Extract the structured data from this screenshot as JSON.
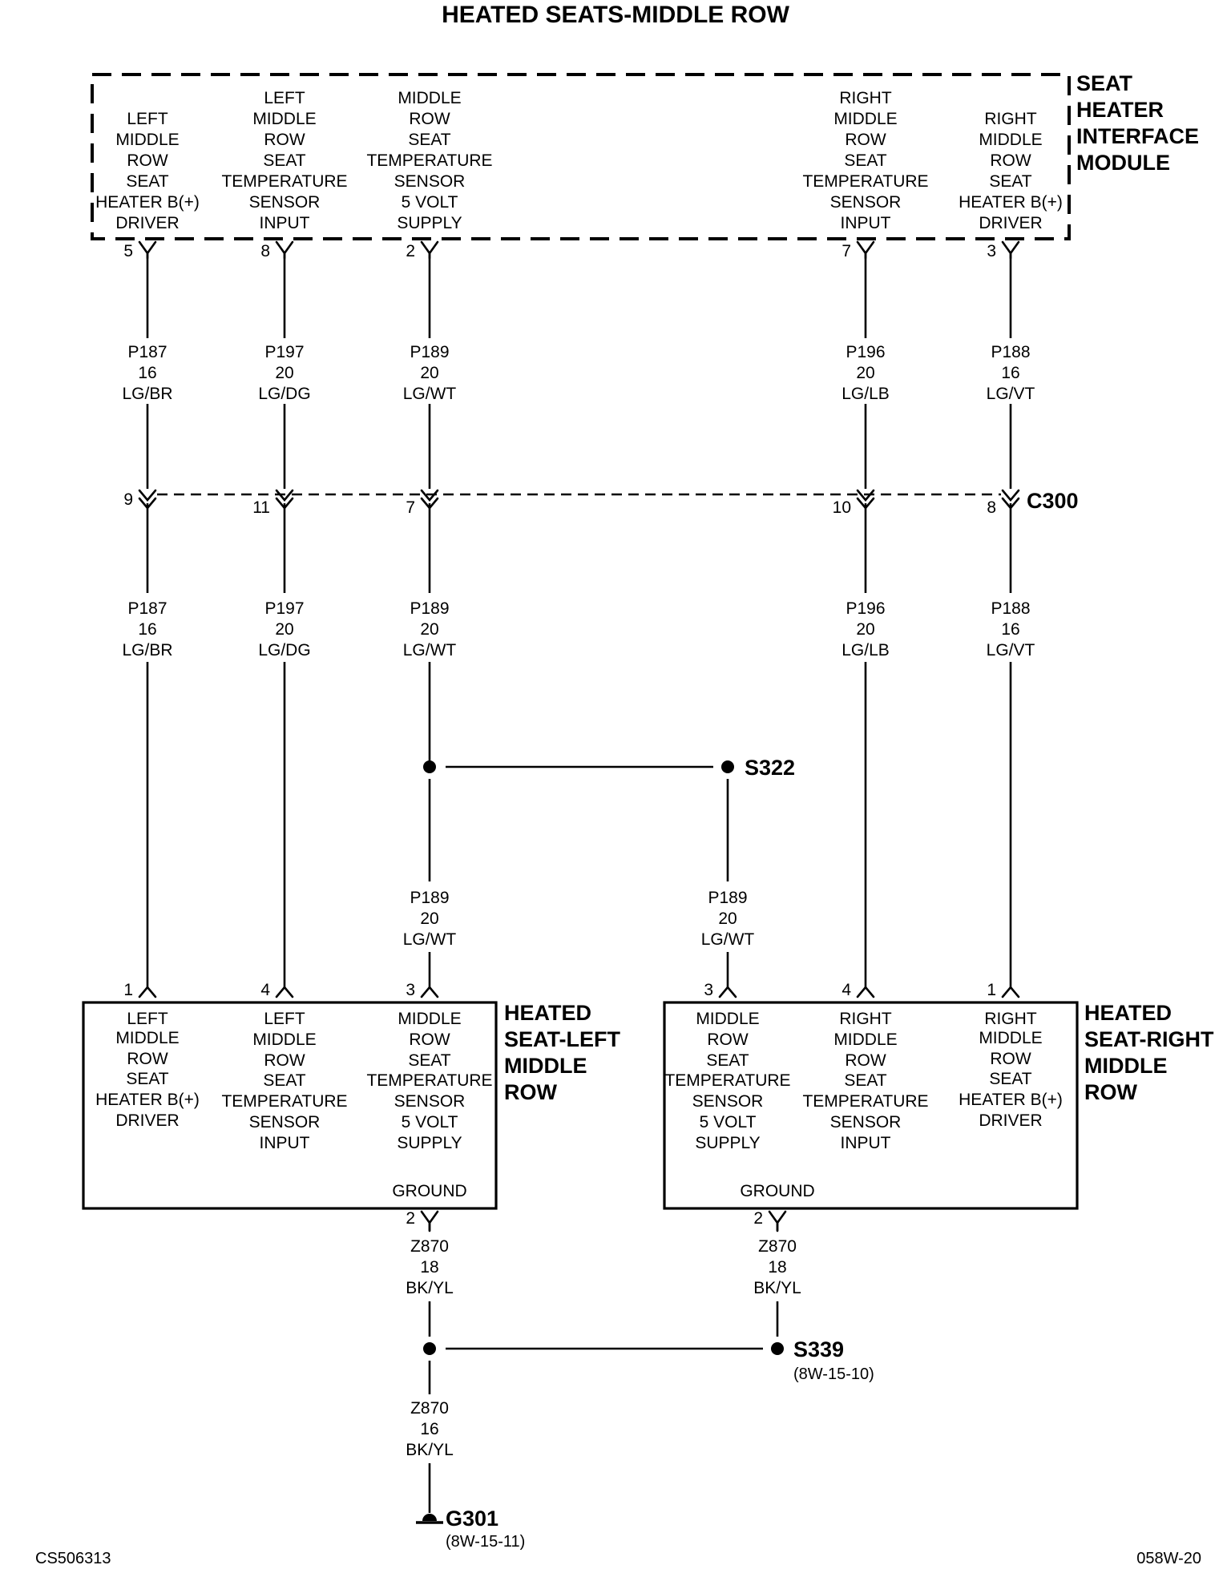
{
  "title": "HEATED SEATS-MIDDLE ROW",
  "footer_left": "CS506313",
  "footer_right": "058W-20",
  "module": {
    "name_lines": [
      "SEAT",
      "HEATER",
      "INTERFACE",
      "MODULE"
    ],
    "pins": [
      {
        "pin": "5",
        "lines": [
          "LEFT",
          "MIDDLE",
          "ROW",
          "SEAT",
          "HEATER B(+)",
          "DRIVER"
        ]
      },
      {
        "pin": "8",
        "lines": [
          "LEFT",
          "MIDDLE",
          "ROW",
          "SEAT",
          "TEMPERATURE",
          "SENSOR",
          "INPUT"
        ]
      },
      {
        "pin": "2",
        "lines": [
          "MIDDLE",
          "ROW",
          "SEAT",
          "TEMPERATURE",
          "SENSOR",
          "5 VOLT",
          "SUPPLY"
        ]
      },
      {
        "pin": "7",
        "lines": [
          "RIGHT",
          "MIDDLE",
          "ROW",
          "SEAT",
          "TEMPERATURE",
          "SENSOR",
          "INPUT"
        ]
      },
      {
        "pin": "3",
        "lines": [
          "RIGHT",
          "MIDDLE",
          "ROW",
          "SEAT",
          "HEATER B(+)",
          "DRIVER"
        ]
      }
    ]
  },
  "wires_upper": [
    {
      "circuit": "P187",
      "gauge": "16",
      "color": "LG/BR"
    },
    {
      "circuit": "P197",
      "gauge": "20",
      "color": "LG/DG"
    },
    {
      "circuit": "P189",
      "gauge": "20",
      "color": "LG/WT"
    },
    {
      "circuit": "P196",
      "gauge": "20",
      "color": "LG/LB"
    },
    {
      "circuit": "P188",
      "gauge": "16",
      "color": "LG/VT"
    }
  ],
  "connector": {
    "name": "C300",
    "pins": [
      "9",
      "11",
      "7",
      "10",
      "8"
    ]
  },
  "wires_lower": [
    {
      "circuit": "P187",
      "gauge": "16",
      "color": "LG/BR"
    },
    {
      "circuit": "P197",
      "gauge": "20",
      "color": "LG/DG"
    },
    {
      "circuit": "P189",
      "gauge": "20",
      "color": "LG/WT"
    },
    {
      "circuit": "P196",
      "gauge": "20",
      "color": "LG/LB"
    },
    {
      "circuit": "P188",
      "gauge": "16",
      "color": "LG/VT"
    }
  ],
  "splice_s322": {
    "name": "S322",
    "wire_left": {
      "circuit": "P189",
      "gauge": "20",
      "color": "LG/WT"
    },
    "wire_right": {
      "circuit": "P189",
      "gauge": "20",
      "color": "LG/WT"
    }
  },
  "left_seat": {
    "name_lines": [
      "HEATED",
      "SEAT-LEFT",
      "MIDDLE",
      "ROW"
    ],
    "pins": [
      {
        "pin": "1",
        "lines": [
          "LEFT",
          "MIDDLE",
          "ROW",
          "SEAT",
          "HEATER B(+)",
          "DRIVER"
        ]
      },
      {
        "pin": "4",
        "lines": [
          "LEFT",
          "MIDDLE",
          "ROW",
          "SEAT",
          "TEMPERATURE",
          "SENSOR",
          "INPUT"
        ]
      },
      {
        "pin": "3",
        "lines": [
          "MIDDLE",
          "ROW",
          "SEAT",
          "TEMPERATURE",
          "SENSOR",
          "5 VOLT",
          "SUPPLY"
        ]
      }
    ],
    "ground_label": "GROUND",
    "ground_pin": "2"
  },
  "right_seat": {
    "name_lines": [
      "HEATED",
      "SEAT-RIGHT",
      "MIDDLE",
      "ROW"
    ],
    "pins": [
      {
        "pin": "3",
        "lines": [
          "MIDDLE",
          "ROW",
          "SEAT",
          "TEMPERATURE",
          "SENSOR",
          "5 VOLT",
          "SUPPLY"
        ]
      },
      {
        "pin": "4",
        "lines": [
          "RIGHT",
          "MIDDLE",
          "ROW",
          "SEAT",
          "TEMPERATURE",
          "SENSOR",
          "INPUT"
        ]
      },
      {
        "pin": "1",
        "lines": [
          "RIGHT",
          "MIDDLE",
          "ROW",
          "SEAT",
          "HEATER B(+)",
          "DRIVER"
        ]
      }
    ],
    "ground_label": "GROUND",
    "ground_pin": "2"
  },
  "ground_wires": {
    "left": {
      "circuit": "Z870",
      "gauge": "18",
      "color": "BK/YL"
    },
    "right": {
      "circuit": "Z870",
      "gauge": "18",
      "color": "BK/YL"
    },
    "bottom": {
      "circuit": "Z870",
      "gauge": "16",
      "color": "BK/YL"
    }
  },
  "splice_s339": {
    "name": "S339",
    "ref": "(8W-15-10)"
  },
  "ground_g301": {
    "name": "G301",
    "ref": "(8W-15-11)"
  }
}
